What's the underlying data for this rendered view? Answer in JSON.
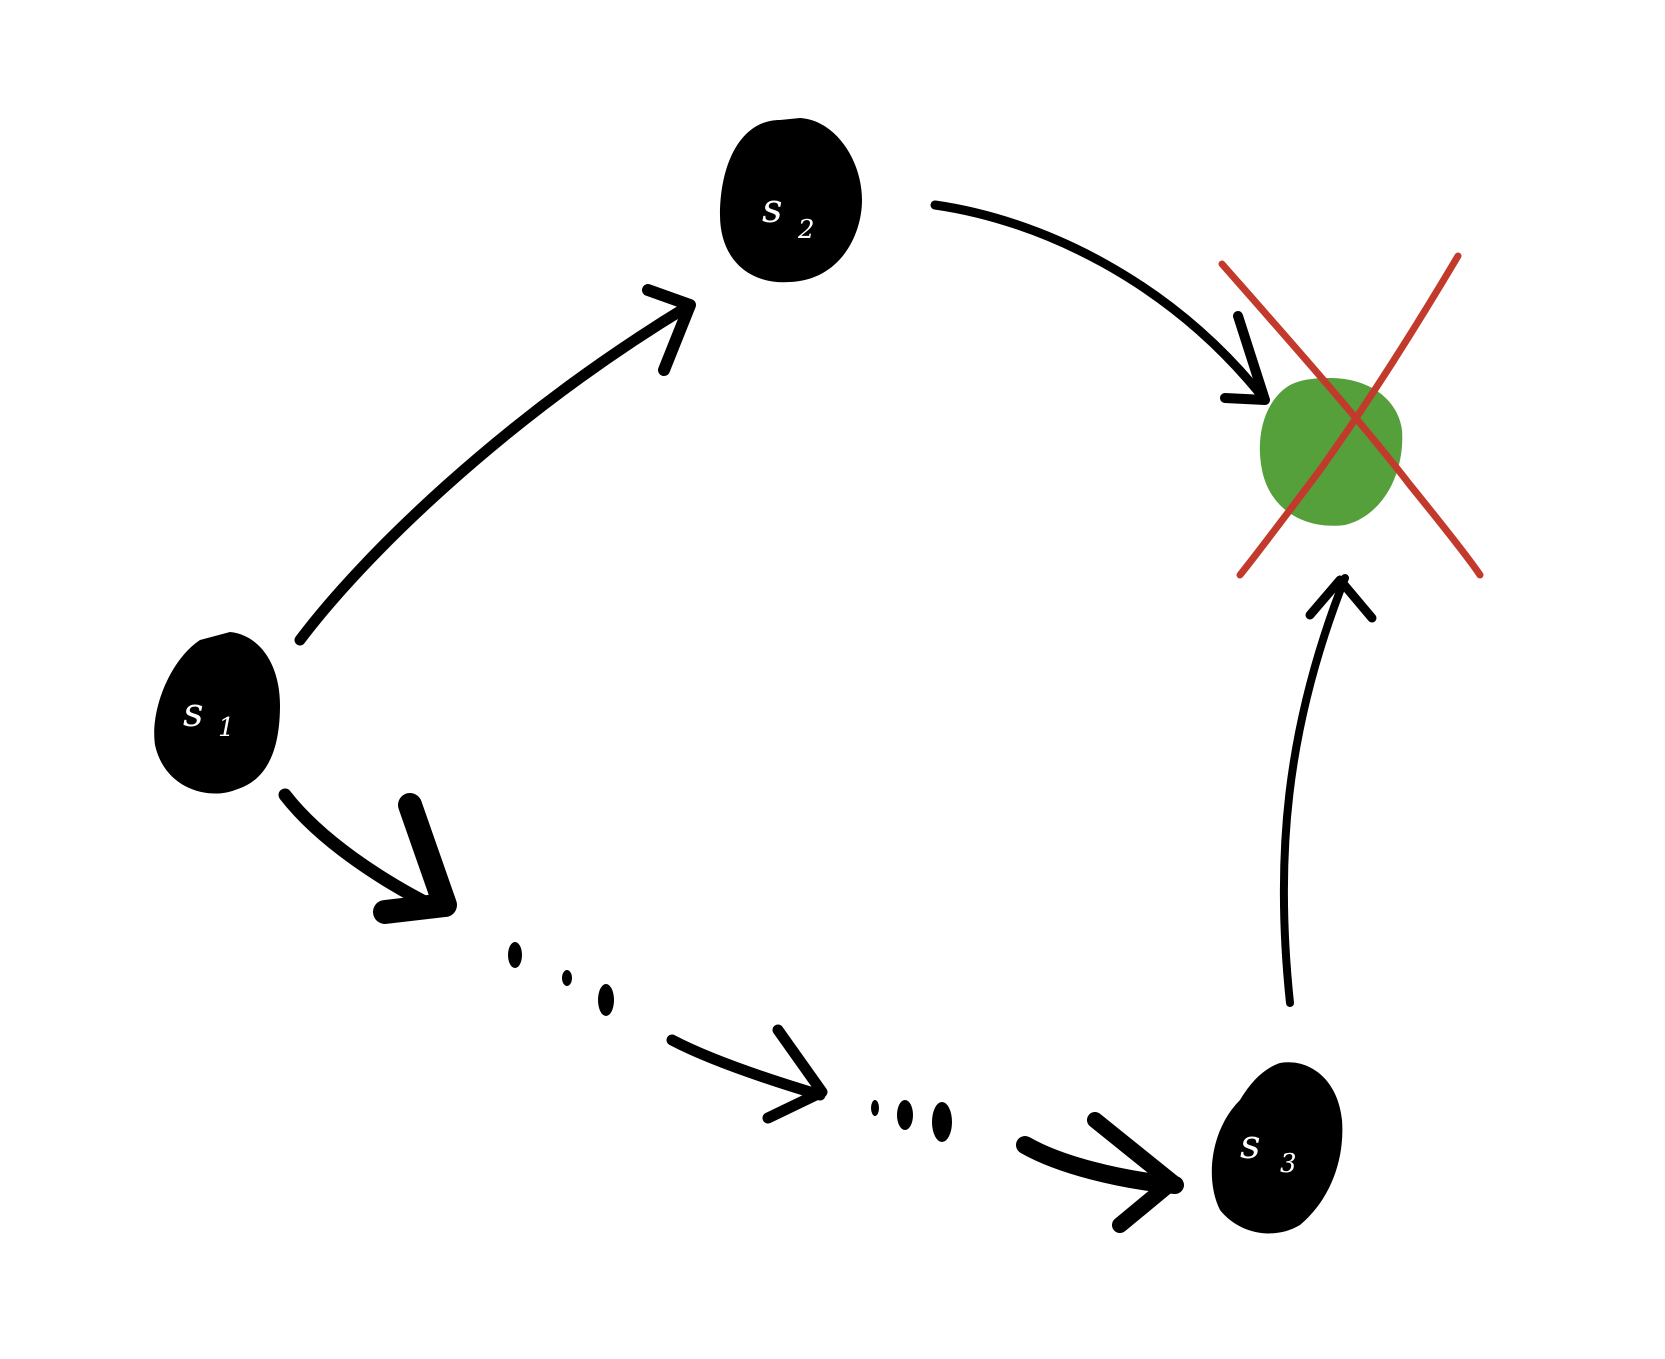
{
  "diagram": {
    "nodes": [
      {
        "id": "s1",
        "label": "s",
        "subscript": "1",
        "color": "#000000"
      },
      {
        "id": "s2",
        "label": "s",
        "subscript": "2",
        "color": "#000000"
      },
      {
        "id": "s3",
        "label": "s",
        "subscript": "3",
        "color": "#000000"
      },
      {
        "id": "goal",
        "label": "",
        "color": "#55a03a"
      }
    ],
    "edges": [
      {
        "from": "s1",
        "to": "s2"
      },
      {
        "from": "s2",
        "to": "goal"
      },
      {
        "from": "s1",
        "to": "s3",
        "via": "ellipsis"
      },
      {
        "from": "s3",
        "to": "goal"
      }
    ],
    "cross_mark": {
      "on": "goal",
      "color": "#c23a2b"
    },
    "ink_color": "#000000"
  }
}
